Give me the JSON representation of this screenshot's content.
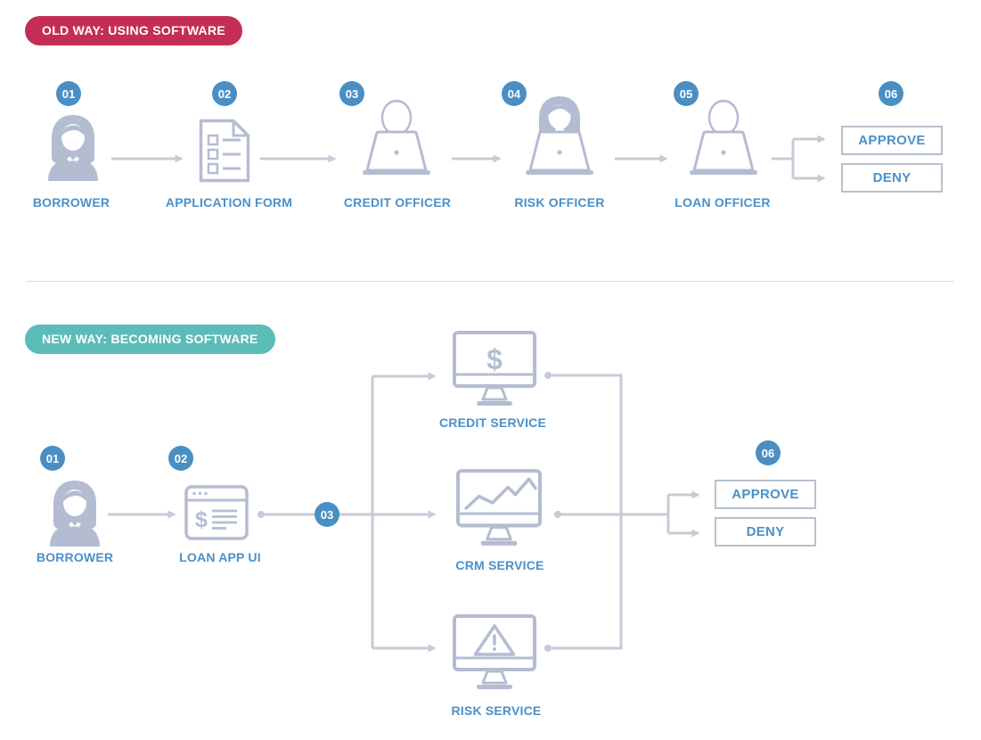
{
  "colors": {
    "old_badge": "#c42e56",
    "new_badge": "#5bbcb8",
    "step_badge": "#4a8fc4",
    "label_text": "#4a90c8",
    "icon": "#b4bcd2",
    "arrow": "#c6cbd7",
    "box_border": "#b9c0ce",
    "divider": "#dcdee3"
  },
  "glyphs": {
    "dollar": "$"
  },
  "old_way": {
    "badge_label": "OLD WAY: USING SOFTWARE",
    "steps": [
      {
        "number": "01",
        "label": "BORROWER",
        "icon": "woman-person-icon"
      },
      {
        "number": "02",
        "label": "APPLICATION FORM",
        "icon": "document-checklist-icon"
      },
      {
        "number": "03",
        "label": "CREDIT OFFICER",
        "icon": "man-at-laptop-icon"
      },
      {
        "number": "04",
        "label": "RISK OFFICER",
        "icon": "woman-at-laptop-icon"
      },
      {
        "number": "05",
        "label": "LOAN OFFICER",
        "icon": "man-at-laptop-icon"
      }
    ],
    "outcome": {
      "number": "06",
      "approve_label": "APPROVE",
      "deny_label": "DENY"
    }
  },
  "new_way": {
    "badge_label": "NEW WAY: BECOMING SOFTWARE",
    "steps": [
      {
        "number": "01",
        "label": "BORROWER",
        "icon": "woman-person-icon"
      },
      {
        "number": "02",
        "label": "LOAN APP UI",
        "icon": "app-window-icon"
      },
      {
        "number": "03"
      }
    ],
    "services": [
      {
        "label": "CREDIT SERVICE",
        "icon": "monitor-dollar-icon"
      },
      {
        "label": "CRM SERVICE",
        "icon": "monitor-chart-icon"
      },
      {
        "label": "RISK SERVICE",
        "icon": "monitor-alert-icon"
      }
    ],
    "outcome": {
      "number": "06",
      "approve_label": "APPROVE",
      "deny_label": "DENY"
    }
  }
}
